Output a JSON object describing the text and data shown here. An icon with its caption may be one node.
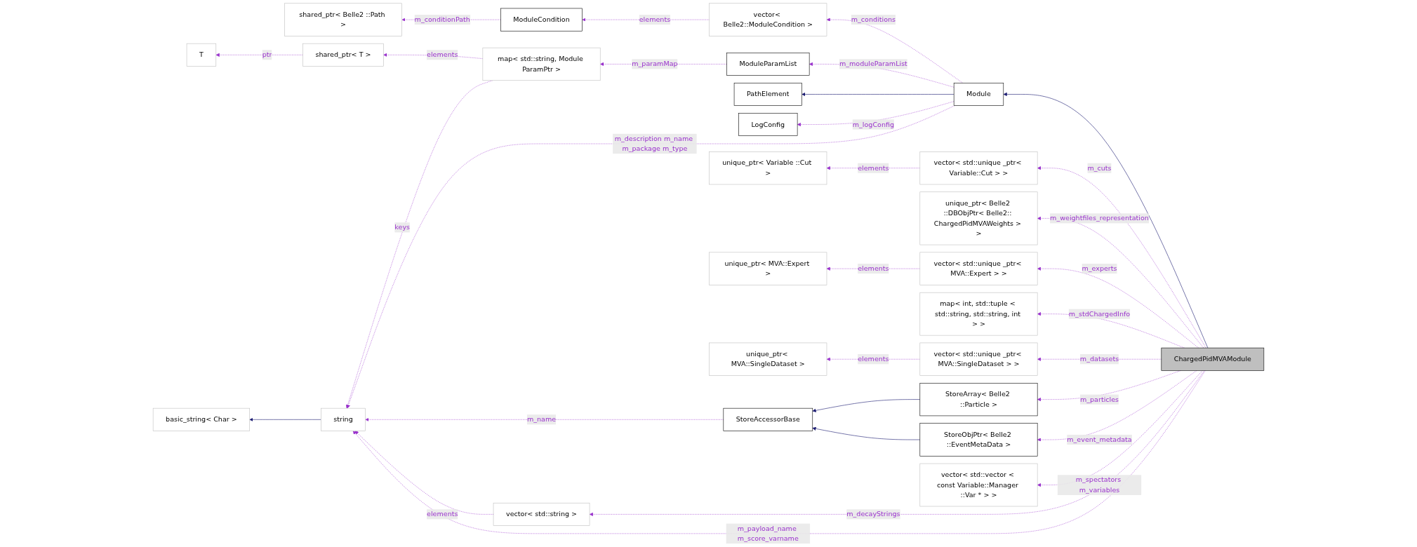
{
  "diagram": {
    "nodes": [
      {
        "text": [
          "ChargedPidMVAModule"
        ]
      },
      {
        "text": [
          "Module"
        ]
      },
      {
        "text": [
          "vector< Belle2::ModuleCondition >"
        ]
      },
      {
        "text": [
          "ModuleCondition"
        ]
      },
      {
        "text": [
          "shared_ptr< Belle2 ::Path >"
        ]
      },
      {
        "text": [
          "ModuleParamList"
        ]
      },
      {
        "text": [
          "map< std::string, Module ParamPtr >"
        ]
      },
      {
        "text": [
          "shared_ptr< T >"
        ]
      },
      {
        "text": [
          "T"
        ]
      },
      {
        "text": [
          "PathElement"
        ]
      },
      {
        "text": [
          "LogConfig"
        ]
      },
      {
        "text": [
          "string"
        ]
      },
      {
        "text": [
          "basic_string< Char >"
        ]
      },
      {
        "text": [
          "StoreArray< Belle2 ::Particle >"
        ]
      },
      {
        "text": [
          "StoreAccessorBase"
        ]
      },
      {
        "text": [
          "unique_ptr< Belle2 ::DBObjPtr< Belle2:: ChargedPidMVAWeights > >"
        ]
      },
      {
        "text": [
          "StoreObjPtr< Belle2 ::EventMetaData >"
        ]
      },
      {
        "text": [
          "map< int, std::tuple < std::string, std::string, int > >"
        ]
      },
      {
        "text": [
          "vector< std::string >"
        ]
      },
      {
        "text": [
          "vector< std::unique _ptr< Variable::Cut > >"
        ]
      },
      {
        "text": [
          "unique_ptr< Variable ::Cut >"
        ]
      },
      {
        "text": [
          "vector< std::unique _ptr< MVA::Expert > >"
        ]
      },
      {
        "text": [
          "unique_ptr< MVA::Expert >"
        ]
      },
      {
        "text": [
          "vector< std::unique _ptr< MVA::SingleDataset > >"
        ]
      },
      {
        "text": [
          "unique_ptr< MVA::SingleDataset >"
        ]
      },
      {
        "text": [
          "vector< std::vector < const Variable::Manager ::Var * > >"
        ]
      }
    ],
    "edges": [
      {
        "from": 0,
        "to": 1,
        "arrow": "to",
        "color": "#191970"
      },
      {
        "from": 1,
        "to": 2,
        "arrow": "to",
        "label": "m_conditions",
        "style": "dashed"
      },
      {
        "from": 2,
        "to": 3,
        "arrow": "to",
        "label": "elements",
        "style": "dashed"
      },
      {
        "from": 3,
        "to": 4,
        "arrow": "to",
        "label": "m_conditionPath",
        "style": "dashed"
      },
      {
        "from": 1,
        "to": 5,
        "arrow": "to",
        "label": "m_moduleParamList",
        "style": "dashed"
      },
      {
        "from": 5,
        "to": 6,
        "arrow": "to",
        "label": "m_paramMap",
        "style": "dashed"
      },
      {
        "from": 6,
        "to": 7,
        "arrow": "to",
        "label": "elements",
        "style": "dashed"
      },
      {
        "from": 7,
        "to": 8,
        "arrow": "to",
        "label": "ptr",
        "style": "dashed"
      },
      {
        "from": 6,
        "to": 11,
        "arrow": "to",
        "label": "keys",
        "style": "dashed"
      },
      {
        "from": 1,
        "to": 9,
        "arrow": "to",
        "color": "#191970"
      },
      {
        "from": 1,
        "to": 10,
        "arrow": "to",
        "label": "m_logConfig",
        "style": "dashed"
      },
      {
        "from": 1,
        "to": 11,
        "arrow": "to",
        "label": "m_description m_name m_package m_type",
        "style": "dashed"
      },
      {
        "from": 11,
        "to": 12,
        "arrow": "to",
        "color": "#191970"
      },
      {
        "from": 0,
        "to": 13,
        "arrow": "to",
        "label": "m_particles",
        "style": "dashed"
      },
      {
        "from": 13,
        "to": 14,
        "arrow": "to",
        "color": "#191970"
      },
      {
        "from": 14,
        "to": 11,
        "arrow": "to",
        "label": "m_name",
        "style": "dashed"
      },
      {
        "from": 0,
        "to": 15,
        "arrow": "to",
        "label": "m_weightfiles_representation",
        "style": "dashed"
      },
      {
        "from": 0,
        "to": 16,
        "arrow": "to",
        "label": "m_event_metadata",
        "style": "dashed"
      },
      {
        "from": 16,
        "to": 14,
        "arrow": "to",
        "color": "#191970"
      },
      {
        "from": 0,
        "to": 17,
        "arrow": "to",
        "label": "m_stdChargedInfo",
        "style": "dashed"
      },
      {
        "from": 0,
        "to": 18,
        "arrow": "to",
        "label": "m_decayStrings",
        "style": "dashed"
      },
      {
        "from": 18,
        "to": 11,
        "arrow": "to",
        "label": "elements",
        "style": "dashed"
      },
      {
        "from": 0,
        "to": 19,
        "arrow": "to",
        "label": "m_cuts",
        "style": "dashed"
      },
      {
        "from": 19,
        "to": 20,
        "arrow": "to",
        "label": "elements",
        "style": "dashed"
      },
      {
        "from": 0,
        "to": 21,
        "arrow": "to",
        "label": "m_experts",
        "style": "dashed"
      },
      {
        "from": 21,
        "to": 22,
        "arrow": "to",
        "label": "elements",
        "style": "dashed"
      },
      {
        "from": 0,
        "to": 23,
        "arrow": "to",
        "label": "m_datasets",
        "style": "dashed"
      },
      {
        "from": 23,
        "to": 24,
        "arrow": "to",
        "label": "elements",
        "style": "dashed"
      },
      {
        "from": 0,
        "to": 11,
        "arrow": "to",
        "label": "m_payload_name m_score_varname",
        "style": "dashed"
      },
      {
        "from": 0,
        "to": 25,
        "arrow": "to",
        "label": "m_spectators m_variables",
        "style": "dashed"
      }
    ]
  }
}
